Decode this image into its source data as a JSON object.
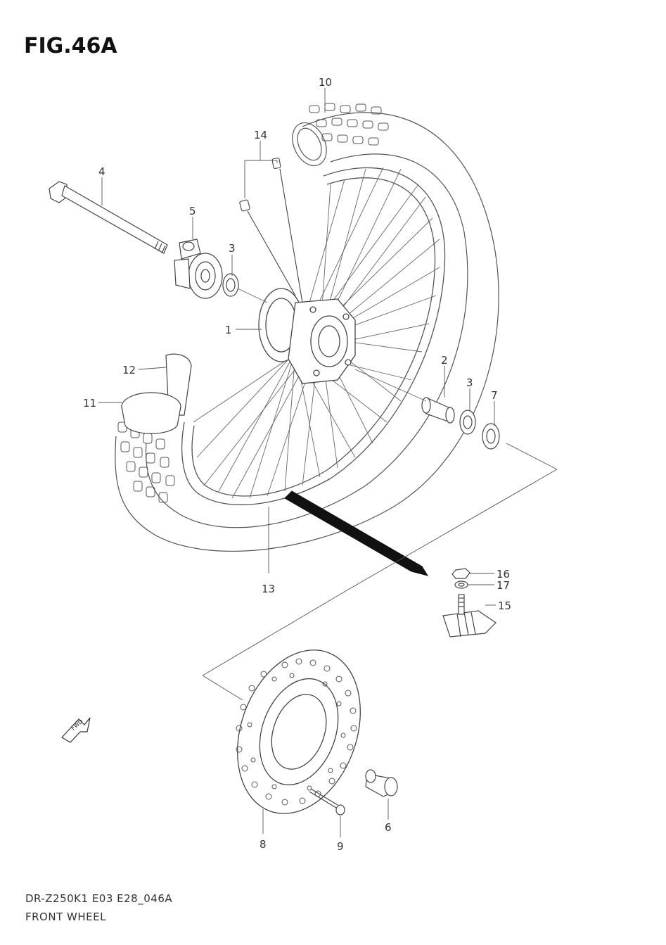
{
  "figure": {
    "title": "FIG.46A",
    "model_code": "DR-Z250K1 E03 E28_046A",
    "section_name": "FRONT WHEEL",
    "fwd_label": "FWD"
  },
  "callouts": [
    "1",
    "2",
    "3",
    "3",
    "4",
    "5",
    "6",
    "7",
    "8",
    "9",
    "10",
    "11",
    "12",
    "13",
    "14",
    "15",
    "16",
    "17"
  ],
  "colors": {
    "line": "#555555",
    "ink": "#222222"
  }
}
